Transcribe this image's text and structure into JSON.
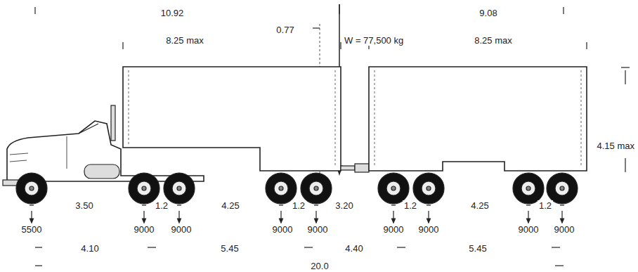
{
  "diagram": {
    "labels": [
      "10.92",
      "9.08",
      "0.77",
      "W = 77,500 kg",
      "8.25 max",
      "8.25 max",
      "4.15 max",
      "3.50",
      "1.2",
      "4.25",
      "1.2",
      "3.20",
      "1.2",
      "4.25",
      "1.2",
      "5500",
      "9000",
      "9000",
      "9000",
      "9000",
      "9000",
      "9000",
      "9000",
      "9000",
      "4.10",
      "5.45",
      "4.40",
      "5.45",
      "20.0"
    ]
  }
}
